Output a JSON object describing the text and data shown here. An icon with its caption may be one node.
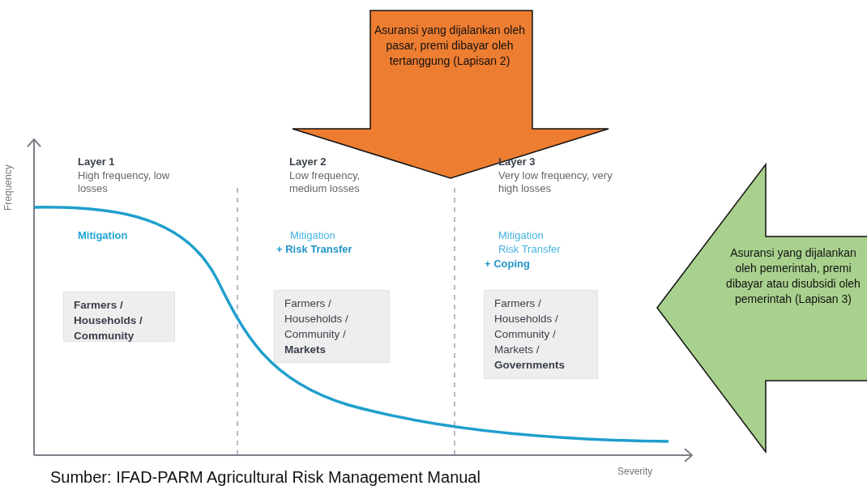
{
  "diagram": {
    "caption": "Sumber: IFAD-PARM Agricultural Risk Management Manual",
    "nodes": [
      {
        "text": [
          "Asuransi yang dijalankan oleh pasar, premi dibayar oleh tertanggung (Lapisan 2)"
        ]
      },
      {
        "text": [
          "Farmers / Households / Community"
        ]
      },
      {
        "text": [
          "Farmers / Households / Community / **Markets**"
        ]
      },
      {
        "text": [
          "Farmers / Households / Community / Markets / **Governments**"
        ]
      },
      {
        "text": [
          "Asuransi yang dijalankan oleh pemerintah, premi dibayar atau disubsidi oleh pemerintah (Lapisan 3)"
        ]
      }
    ],
    "labels": [
      "Frequency",
      "Layer 1",
      "High frequency, low losses",
      "Mitigation",
      "Layer 2",
      "Low frequency, medium losses",
      "Mitigation",
      "+ Risk Transfer",
      "Layer 3",
      "Very low frequency, very high losses",
      "Mitigation",
      "Risk Transfer",
      "+ Coping",
      "Severity"
    ]
  }
}
